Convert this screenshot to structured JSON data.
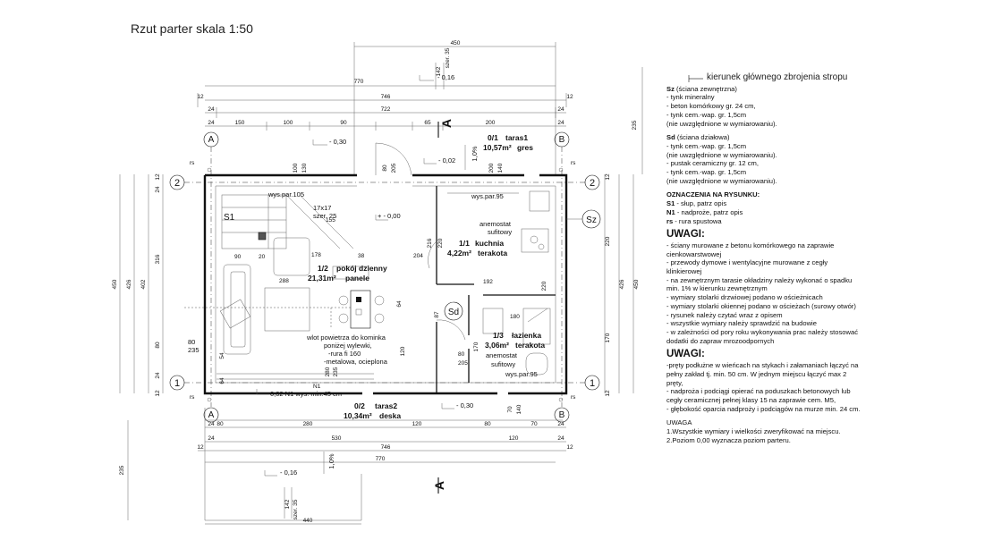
{
  "title": "Rzut parter skala 1:50",
  "dims": {
    "d450_top": "450",
    "d770_top": "770",
    "d746_top": "746",
    "d722": "722",
    "d24": "24",
    "d12": "12",
    "d150": "150",
    "d100": "100",
    "d90": "90",
    "d65": "65",
    "d200": "200",
    "d80": "80",
    "d280": "280",
    "d120": "120",
    "d70": "70",
    "d530": "530",
    "d440": "440",
    "d235": "235",
    "d402": "402",
    "d316": "316",
    "d426": "426",
    "d220": "220",
    "d170": "170",
    "d64": "64",
    "d54": "54",
    "stair_width": "142",
    "stair_szer": "szer. 35",
    "d130": "130",
    "d205": "205",
    "d140": "140"
  },
  "levels": {
    "l016": "- 0,16",
    "l030": "- 0,30",
    "l002": "- 0,02",
    "l000": "+ - 0,00",
    "l016b": "- 0,16",
    "l030b": "- 0,30"
  },
  "slope": "1,0%",
  "grid": {
    "a": "A",
    "b": "B",
    "n1": "1",
    "n2": "2",
    "section": "A"
  },
  "rs": "rs",
  "rooms": [
    {
      "id": "0/1",
      "name": "taras1",
      "area": "10,57m²",
      "floor": "gres"
    },
    {
      "id": "1/2",
      "name": "pokój dzienny",
      "area": "21,31m²",
      "floor": "panele"
    },
    {
      "id": "1/1",
      "name": "kuchnia",
      "area": "4,22m²",
      "floor": "terakota"
    },
    {
      "id": "1/3",
      "name": "łazienka",
      "area": "3,06m²",
      "floor": "terakota"
    },
    {
      "id": "0/2",
      "name": "taras2",
      "area": "10,34m²",
      "floor": "deska"
    }
  ],
  "labels": {
    "s1": "S1",
    "sd": "Sd",
    "sz": "Sz",
    "n1": "N1",
    "wys_par105": "wys.par.105",
    "wys_par95a": "wys.par.95",
    "wys_par95b": "wys.par.95",
    "stair": "17x17",
    "stair_szer": "szer. 25",
    "anemostat1": "anemostat",
    "sufitowy1": "sufitowy",
    "anemostat2": "anemostat",
    "sufitowy2": "sufitowy",
    "wlot1": "wlot powietrza do kominka",
    "wlot2": "poniżej wylewki,",
    "wlot3": "-rura fi 160",
    "wlot4": "-metalowa, ocieplona",
    "n1_note": "0,02 N1 wys. min.45 cm",
    "v80": "80",
    "v235": "235",
    "v280": "280",
    "v235b": "235"
  },
  "inner": {
    "i178": "178",
    "i38": "38",
    "i204": "204",
    "i288": "288",
    "i90": "90",
    "i20": "20",
    "i216": "216",
    "i192": "192",
    "i180": "180",
    "i87": "87",
    "i64": "64",
    "i120": "120",
    "i155": "155",
    "i80": "80",
    "i205": "205"
  },
  "notes": {
    "heading": "kierunek głównego zbrojenia stropu",
    "sz_title": "Sz",
    "sz_title_rest": " (ściana zewnętrzna)",
    "sz_lines": [
      "- tynk mineralny",
      "- beton komórkowy gr. 24 cm,",
      "- tynk cem.-wap. gr. 1,5cm",
      "(nie uwzględnione w wymiarowaniu)."
    ],
    "sd_title": "Sd",
    "sd_title_rest": " (ściana działowa)",
    "sd_lines": [
      "- tynk cem.-wap. gr. 1,5cm",
      "(nie uwzględnione w wymiarowaniu).",
      "- pustak ceramiczny gr. 12 cm,",
      "- tynk cem.-wap. gr. 1,5cm",
      "(nie uwzględnione w wymiarowaniu)."
    ],
    "ozn_title": "OZNACZENIA NA RYSUNKU:",
    "ozn_lines": [
      {
        "b": "S1",
        "t": " - słup, patrz opis"
      },
      {
        "b": "N1",
        "t": " - nadproże, patrz opis"
      },
      {
        "b": "rs",
        "t": " - rura spustowa"
      }
    ],
    "uwagi1": "UWAGI:",
    "uwagi1_lines": [
      "- ściany murowane z betonu komórkowego na zaprawie cienkowarstwowej",
      "- przewody dymowe i wentylacyjne murowane z cegły klinkierowej",
      "- na zewnętrznym tarasie okładziny należy wykonać o spadku min. 1% w kierunku zewnętrznym",
      "- wymiary stolarki drzwiowej podano w ościeżnicach",
      "- wymiary stolarki okiennej podano w ościeżach (surowy otwór)",
      "- rysunek należy czytać wraz z opisem",
      "- wszystkie wymiary należy sprawdzić na budowie",
      "- w zależności od pory roku wykonywania prac należy stosować dodatki do zapraw mrozoodpornych"
    ],
    "uwagi2": "UWAGI:",
    "uwagi2_lines": [
      "-pręty podłużne w wieńcach na stykach i załamaniach łączyć na pełny zakład tj. min. 50 cm. W jednym miejscu łączyć max 2 pręty,",
      "- nadproża i podciągi opierać na poduszkach betonowych lub cegły ceramicznej pełnej klasy 15 na zaprawie cem. M5,",
      "- głębokość oparcia nadprożу i podciągów na murze min. 24 cm."
    ],
    "uwaga": "UWAGA",
    "uwaga_lines": [
      "1.Wszystkie wymiary i wielkości zweryfikować na miejscu.",
      "2.Poziom 0,00 wyznacza poziom parteru."
    ]
  }
}
